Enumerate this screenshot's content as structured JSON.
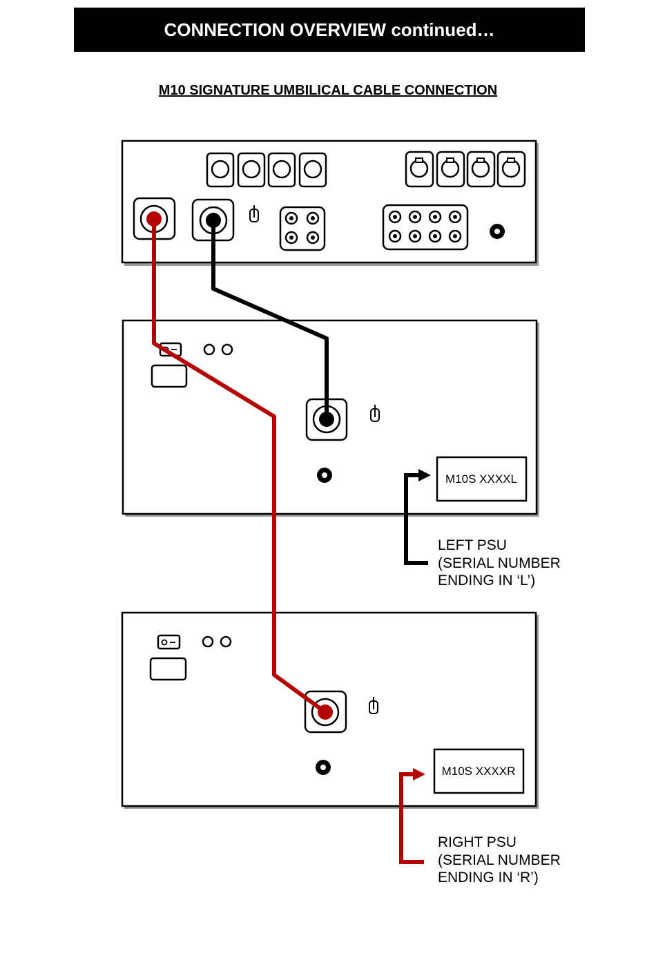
{
  "header": {
    "title": "CONNECTION OVERVIEW continued…"
  },
  "subtitle": "M10 SIGNATURE UMBILICAL CABLE CONNECTION",
  "left_psu": {
    "serial": "M10S XXXXL",
    "note_lines": [
      "LEFT PSU",
      "(SERIAL NUMBER",
      "ENDING IN ‘L’)"
    ]
  },
  "right_psu": {
    "serial": "M10S XXXXR",
    "note_lines": [
      "RIGHT PSU",
      "(SERIAL NUMBER",
      "ENDING IN ‘R’)"
    ]
  },
  "colors": {
    "red_cable": "#b40000",
    "black_cable": "#000000",
    "banner": "#000000"
  }
}
